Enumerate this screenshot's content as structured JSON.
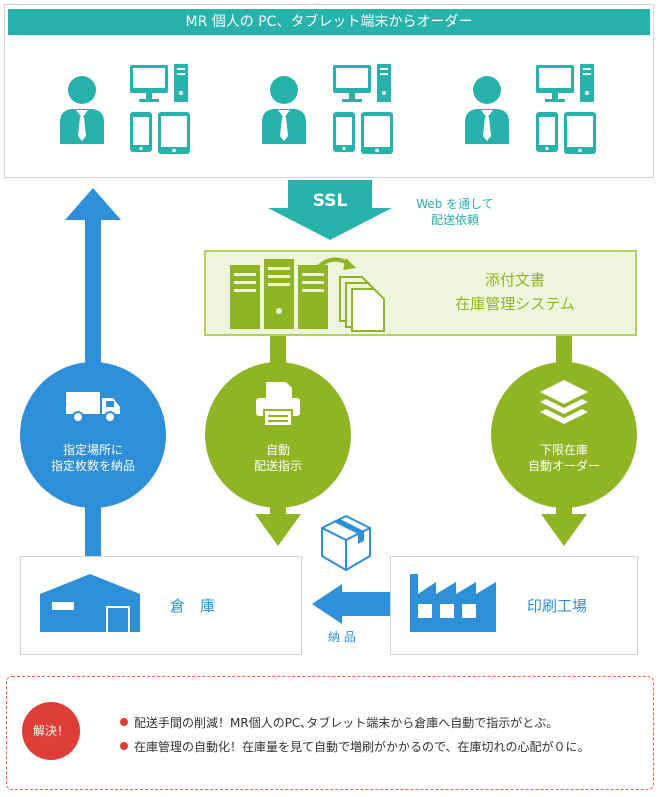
{
  "header": {
    "title": "MR 個人の PC、タブレット端末からオーダー"
  },
  "ssl": {
    "label": "SSL",
    "note_line1": "Web を通して",
    "note_line2": "配送依頼"
  },
  "system": {
    "line1": "添付文書",
    "line2": "在庫管理システム"
  },
  "circles": {
    "delivery": {
      "line1": "指定場所に",
      "line2": "指定枚数を納品"
    },
    "auto_dispatch": {
      "line1": "自動",
      "line2": "配送指示"
    },
    "auto_order": {
      "line1": "下限在庫",
      "line2": "自動オーダー"
    }
  },
  "warehouse": {
    "label": "倉　庫"
  },
  "factory": {
    "label": "印刷工場"
  },
  "delivery_arrow": {
    "label": "納 品"
  },
  "solution": {
    "badge": "解決！",
    "points": [
      "配送手間の削減！MR個人のPC､タブレット端末から倉庫へ自動で指示がとぶ。",
      "在庫管理の自動化！在庫量を見て自動で増刷がかかるので、在庫切れの心配が０に。"
    ]
  },
  "colors": {
    "teal": "#27b2ab",
    "green": "#8fb525",
    "blue": "#2d8fd8",
    "red": "#dd3f37"
  },
  "icons": [
    "person-icon",
    "desktop-icon",
    "smartphone-icon",
    "tablet-icon",
    "server-icon",
    "documents-icon",
    "truck-icon",
    "printer-icon",
    "layers-icon",
    "box-icon",
    "warehouse-icon",
    "factory-icon"
  ]
}
